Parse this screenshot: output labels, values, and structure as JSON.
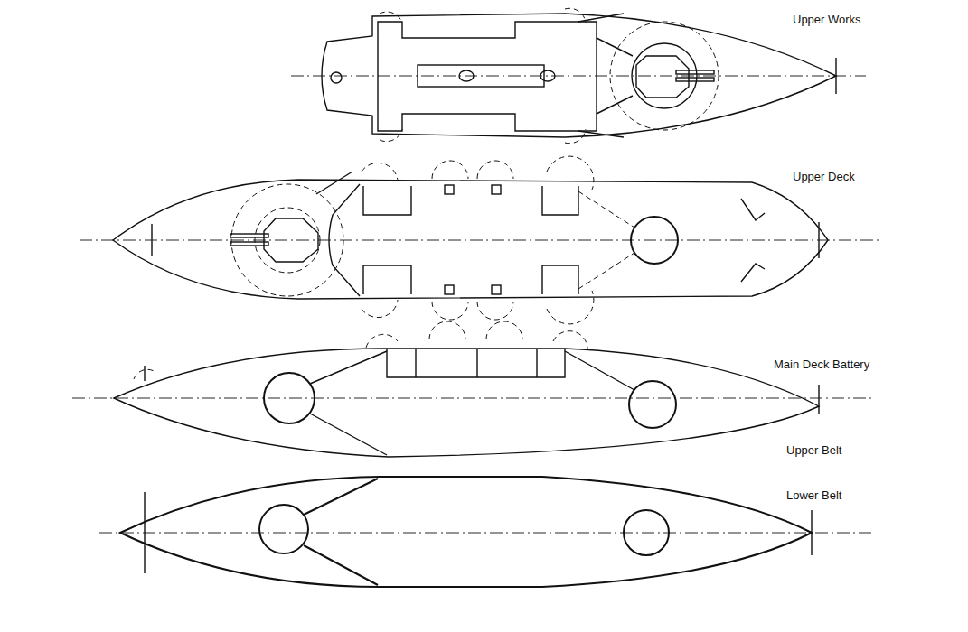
{
  "diagram": {
    "labels": [
      "Upper Works",
      "Upper Deck",
      "Main Deck Battery",
      "Upper Belt",
      "Lower Belt"
    ]
  }
}
